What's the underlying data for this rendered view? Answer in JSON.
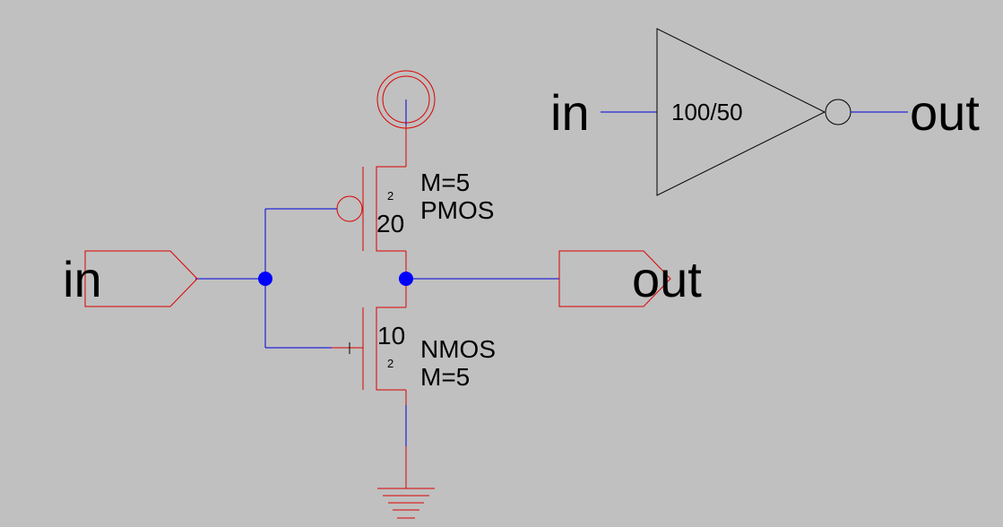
{
  "ports": {
    "input_label": "in",
    "output_label": "out"
  },
  "pmos": {
    "multiplier": "M=5",
    "type": "PMOS",
    "width": "20",
    "length": "2"
  },
  "nmos": {
    "multiplier": "M=5",
    "type": "NMOS",
    "width": "10",
    "length": "2"
  },
  "inverter_symbol": {
    "input_label": "in",
    "output_label": "out",
    "size": "100/50"
  },
  "colors": {
    "background": "#c0c0c0",
    "device": "#dd0000",
    "wire": "#0000dd",
    "node": "#0000ff"
  }
}
